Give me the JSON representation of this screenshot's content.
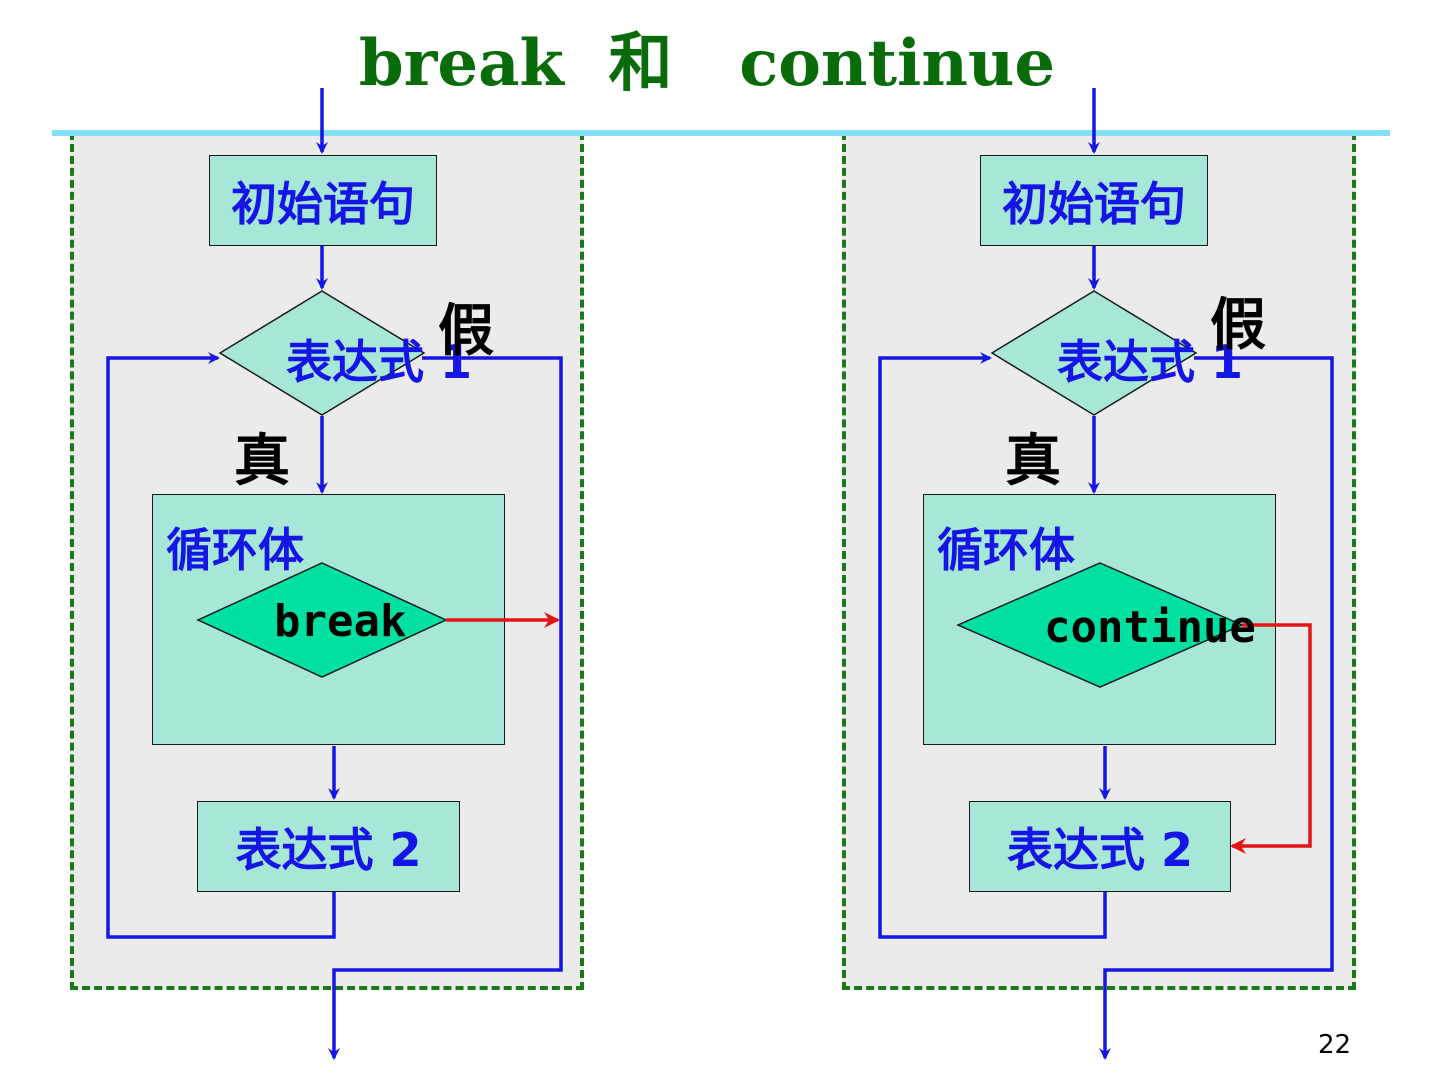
{
  "title": "break  和   continue",
  "page_number": "22",
  "left": {
    "init_label": "初始语句",
    "expr1_label": "表达式 1",
    "false_label": "假",
    "true_label": "真",
    "loop_body_label": "循环体",
    "stmt_label": "break",
    "expr2_label": "表达式 2"
  },
  "right": {
    "init_label": "初始语句",
    "expr1_label": "表达式 1",
    "false_label": "假",
    "true_label": "真",
    "loop_body_label": "循环体",
    "stmt_label": "continue",
    "expr2_label": "表达式 2"
  },
  "colors": {
    "flow_line": "#1515e6",
    "jump_line": "#e61515",
    "box_fill": "#a6e7d8",
    "stmt_diamond_fill": "#00e0a0",
    "panel_border": "#1a7a1a",
    "title": "#0a6b0a"
  }
}
